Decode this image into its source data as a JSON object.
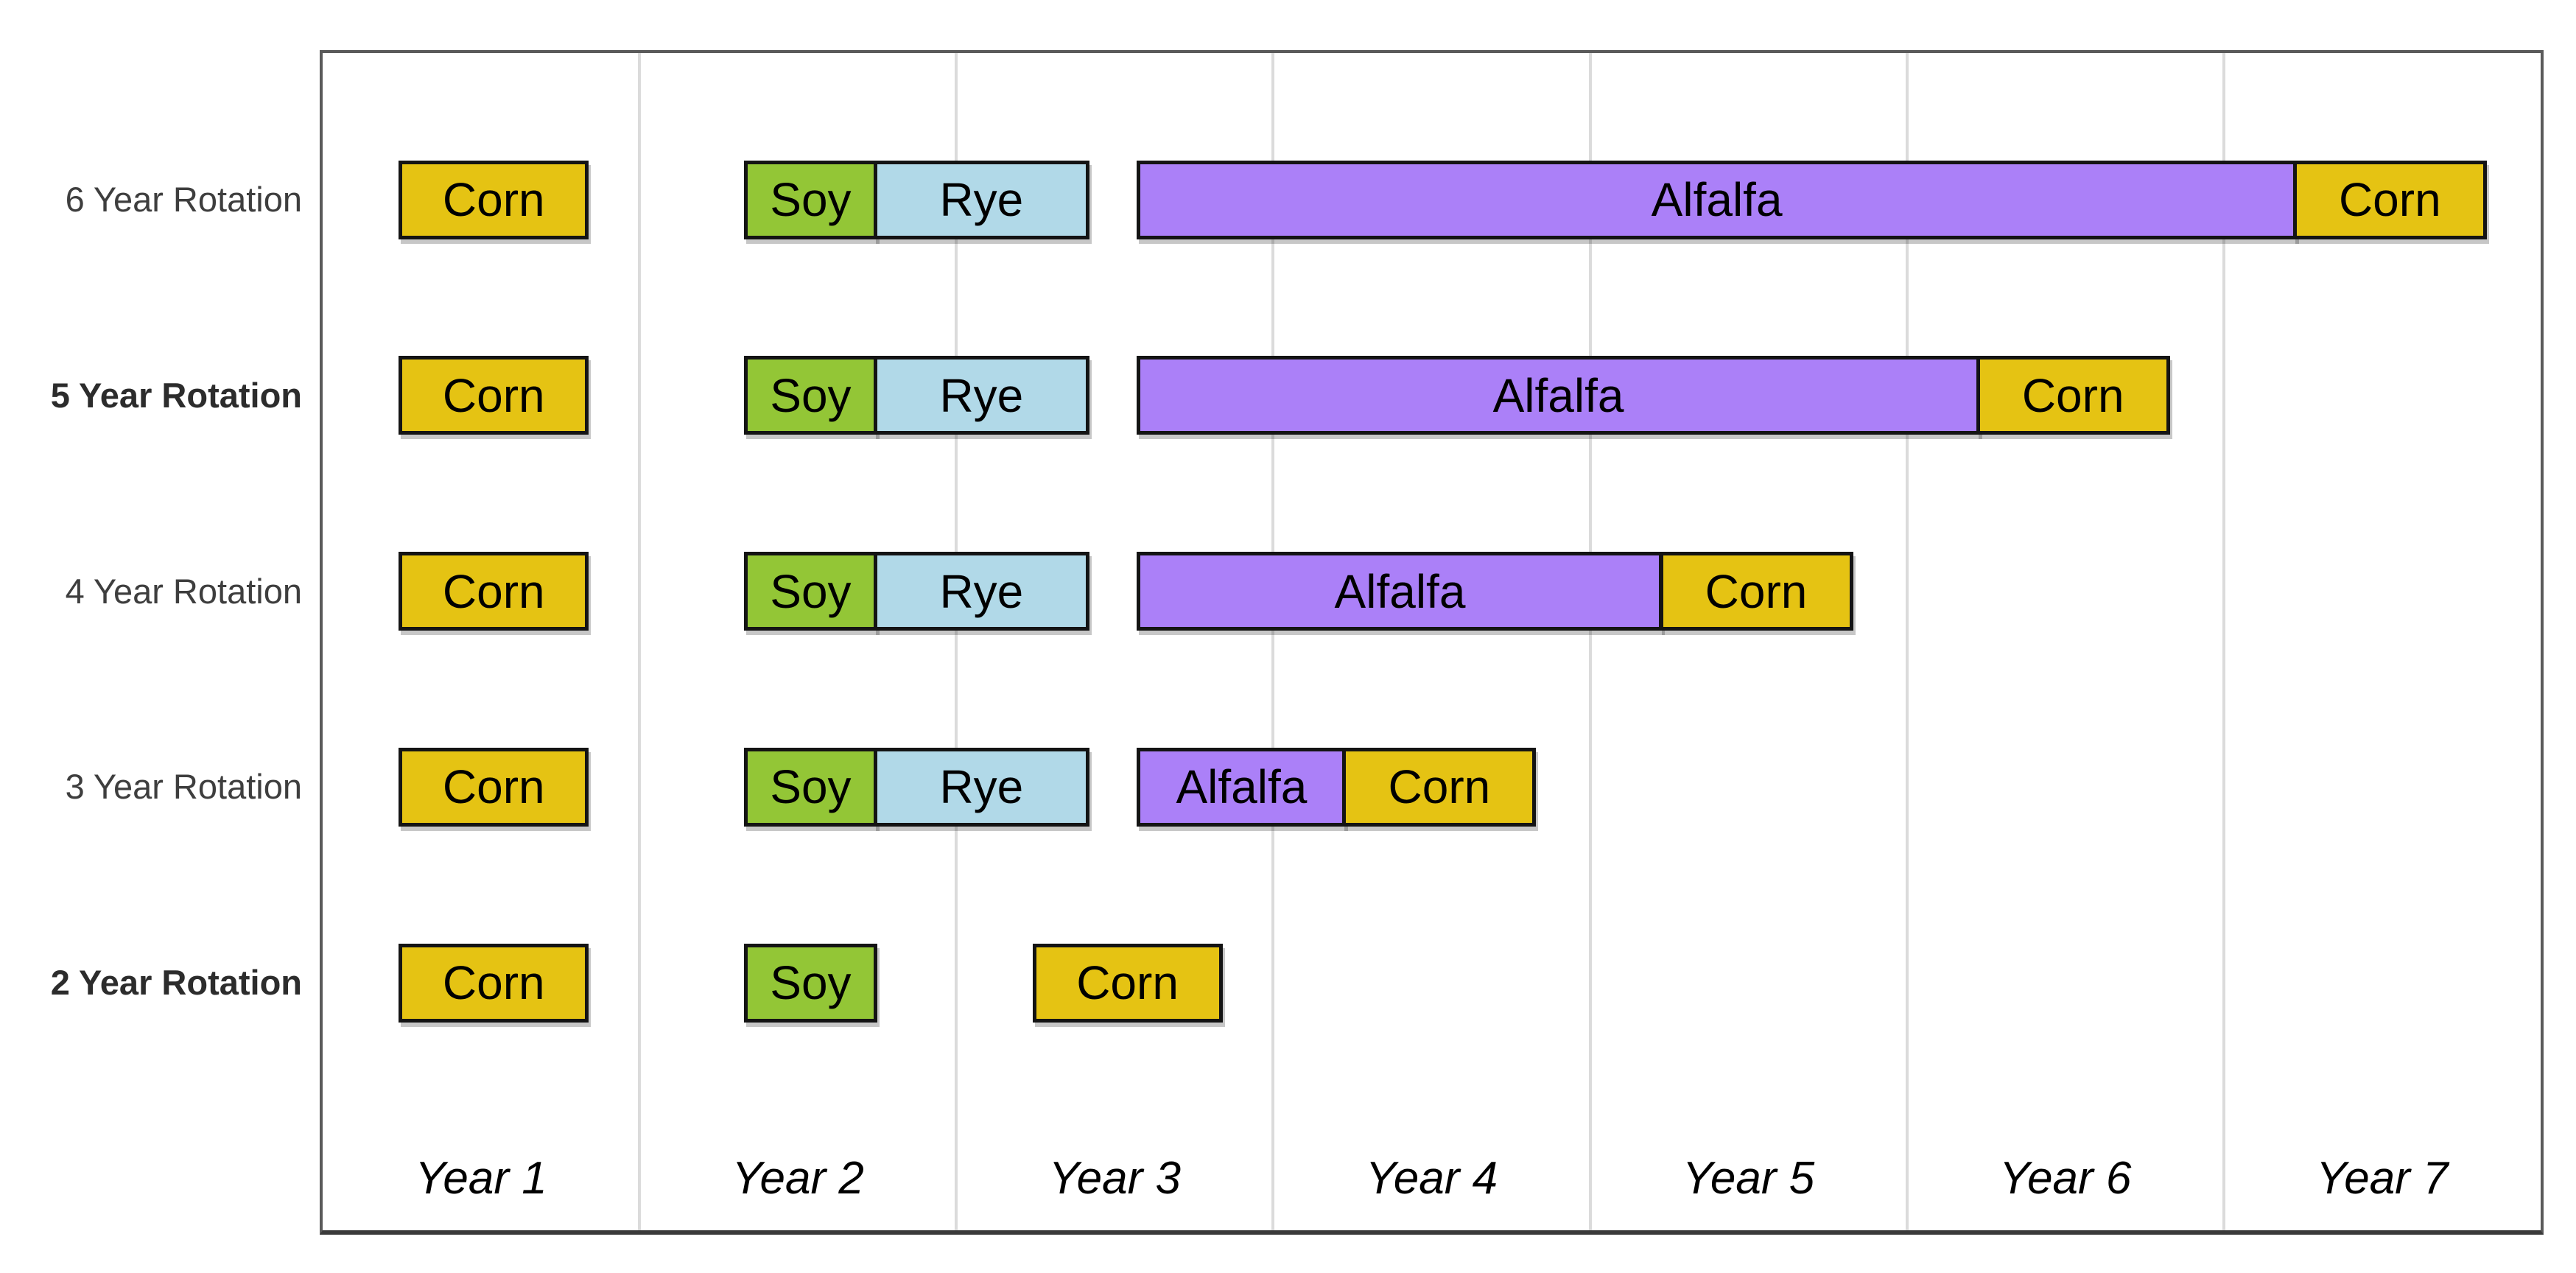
{
  "chart_data": {
    "type": "gantt",
    "title": "",
    "description": "Crop rotation schedules of different lengths shown as timeline boxes across seven years",
    "x_axis": {
      "unit": "years",
      "min": 0,
      "max": 7,
      "tick_labels": [
        "Year 1",
        "Year 2",
        "Year 3",
        "Year 4",
        "Year 5",
        "Year 6",
        "Year 7"
      ],
      "gridlines": "vertical lines at each year boundary"
    },
    "y_categories": [
      "6 Year Rotation",
      "5 Year Rotation",
      "4 Year Rotation",
      "3 Year Rotation",
      "2 Year Rotation"
    ],
    "crop_colors": {
      "Corn": "#E5C313",
      "Soy": "#93C636",
      "Rye": "#B1D9E8",
      "Alfalfa": "#AB80F8"
    },
    "frame_colors": {
      "bar_border": "#141414",
      "plot_border": "#5a5a5a",
      "gridline": "#dbdbdb"
    },
    "rows": [
      {
        "label": "6 Year Rotation",
        "emphasis": false,
        "bars": [
          {
            "crop": "Corn",
            "start": 0.24,
            "end": 0.84
          },
          {
            "crop": "Soy",
            "start": 1.33,
            "end": 1.75
          },
          {
            "crop": "Rye",
            "start": 1.75,
            "end": 2.42
          },
          {
            "crop": "Alfalfa",
            "start": 2.57,
            "end": 6.23
          },
          {
            "crop": "Corn",
            "start": 6.23,
            "end": 6.83
          }
        ]
      },
      {
        "label": "5 Year Rotation",
        "emphasis": true,
        "bars": [
          {
            "crop": "Corn",
            "start": 0.24,
            "end": 0.84
          },
          {
            "crop": "Soy",
            "start": 1.33,
            "end": 1.75
          },
          {
            "crop": "Rye",
            "start": 1.75,
            "end": 2.42
          },
          {
            "crop": "Alfalfa",
            "start": 2.57,
            "end": 5.23
          },
          {
            "crop": "Corn",
            "start": 5.23,
            "end": 5.83
          }
        ]
      },
      {
        "label": "4 Year Rotation",
        "emphasis": false,
        "bars": [
          {
            "crop": "Corn",
            "start": 0.24,
            "end": 0.84
          },
          {
            "crop": "Soy",
            "start": 1.33,
            "end": 1.75
          },
          {
            "crop": "Rye",
            "start": 1.75,
            "end": 2.42
          },
          {
            "crop": "Alfalfa",
            "start": 2.57,
            "end": 4.23
          },
          {
            "crop": "Corn",
            "start": 4.23,
            "end": 4.83
          }
        ]
      },
      {
        "label": "3 Year Rotation",
        "emphasis": false,
        "bars": [
          {
            "crop": "Corn",
            "start": 0.24,
            "end": 0.84
          },
          {
            "crop": "Soy",
            "start": 1.33,
            "end": 1.75
          },
          {
            "crop": "Rye",
            "start": 1.75,
            "end": 2.42
          },
          {
            "crop": "Alfalfa",
            "start": 2.57,
            "end": 3.23
          },
          {
            "crop": "Corn",
            "start": 3.23,
            "end": 3.83
          }
        ]
      },
      {
        "label": "2 Year Rotation",
        "emphasis": true,
        "bars": [
          {
            "crop": "Corn",
            "start": 0.24,
            "end": 0.84
          },
          {
            "crop": "Soy",
            "start": 1.33,
            "end": 1.75
          },
          {
            "crop": "Corn",
            "start": 2.24,
            "end": 2.84
          }
        ]
      }
    ]
  }
}
